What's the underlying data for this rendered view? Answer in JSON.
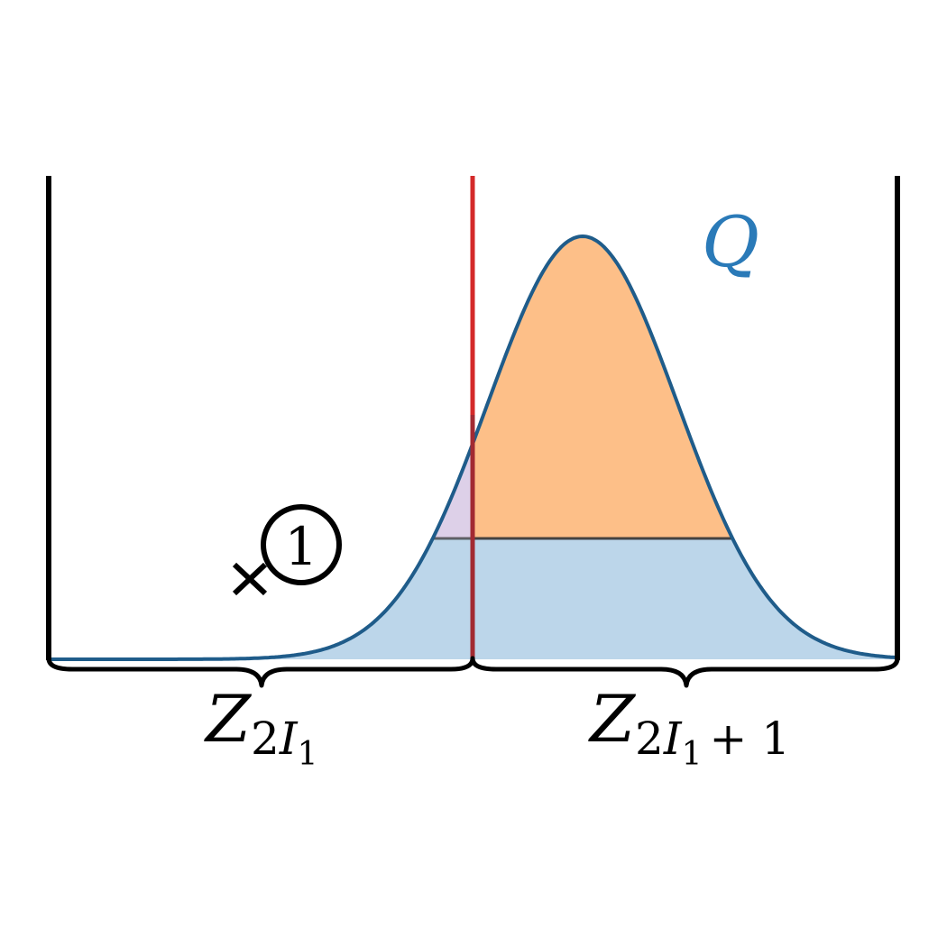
{
  "diagram": {
    "curve_label": "Q",
    "marker_label": "1",
    "left_brace_label": {
      "main": "Z",
      "sub": "2",
      "subsub_var": "I",
      "subsub_index": "1",
      "tail": ""
    },
    "right_brace_label": {
      "main": "Z",
      "sub": "2",
      "subsub_var": "I",
      "subsub_index": "1",
      "tail": "+ 1"
    },
    "colors": {
      "curve": "#1f5c8a",
      "curve_label": "#2a7ab8",
      "blue_fill": "#bcd6ea",
      "orange_fill": "#fdbf88",
      "purple_fill": "#ddd0e8",
      "divider": "#d42a2a",
      "axis": "#000000"
    }
  }
}
